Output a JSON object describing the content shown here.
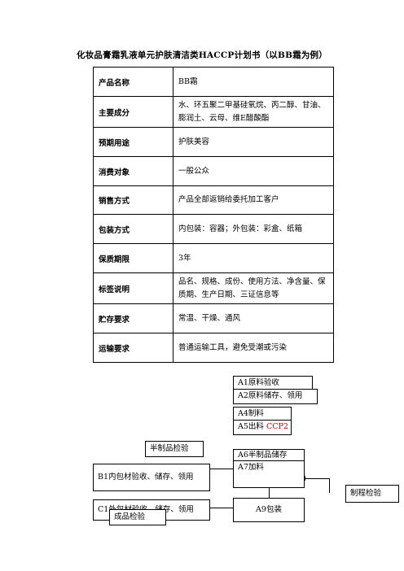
{
  "title": "化妆品膏霜乳液单元护肤清洁类HACCP计划书（以BB霜为例）",
  "rows": [
    {
      "label": "产品名称",
      "value": "BB霜"
    },
    {
      "label": "主要成分",
      "value": "水、环五聚二甲基硅氧烷、丙二醇、甘油、膨润土、云母、维E醋酸酯"
    },
    {
      "label": "预期用途",
      "value": "护肤美容"
    },
    {
      "label": "消费对象",
      "value": "一般公众"
    },
    {
      "label": "销售方式",
      "value": "产品全部返销给委托加工客户"
    },
    {
      "label": "包装方式",
      "value": "内包装：容器；外包装：彩盒、纸箱"
    },
    {
      "label": "保质期限",
      "value": "3年"
    },
    {
      "label": "标签说明",
      "value": "品名、规格、成份、使用方法、净含量、保质期、生产日期、三证信息等"
    },
    {
      "label": "贮存要求",
      "value": "常温、干燥、通风"
    },
    {
      "label": "运输要求",
      "value": "普通运输工具，避免受潮或污染"
    }
  ],
  "flow": {
    "a1": "A1原料验收",
    "a2": "A2原料储存、领用",
    "a4": "A4制料",
    "a5": "A5出料",
    "a5_ccp": "CCP2",
    "a6": "A6半制品储存",
    "a7": "A7加料",
    "a9": "A9包装",
    "semi_check": "半制品检验",
    "b1": "B1内包材验收、储存、领用",
    "c1": "C1外包材验收、储存、领用",
    "final_check": "成品检验",
    "process_check": "制程检验"
  }
}
